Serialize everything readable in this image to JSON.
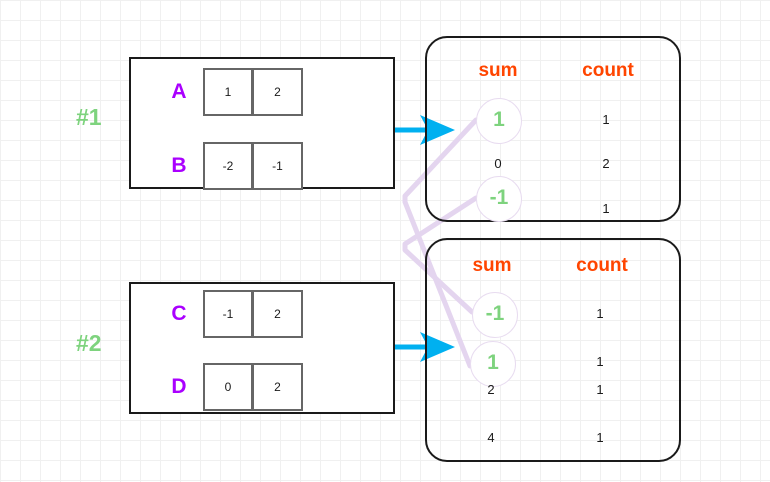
{
  "diagram": {
    "title": "shuffle-aggregation-diagram",
    "colors": {
      "group_label": "#7ed37e",
      "key_label": "#aa00ff",
      "header": "#ff4500",
      "circle_value": "#7ed37e",
      "circle_stroke": "#e8dcf0",
      "arrow": "#00b0f0",
      "link": "#e4d5ef",
      "box_border": "#1a1a1a",
      "cell_border": "#666666",
      "grid_minor": "#f0f0f0",
      "grid_major": "#e6e6e6"
    }
  },
  "partitions": [
    {
      "label": "#1",
      "rows": [
        {
          "key": "A",
          "cells": [
            "1",
            "2"
          ]
        },
        {
          "key": "B",
          "cells": [
            "-2",
            "-1"
          ]
        }
      ]
    },
    {
      "label": "#2",
      "rows": [
        {
          "key": "C",
          "cells": [
            "-1",
            "2"
          ]
        },
        {
          "key": "D",
          "cells": [
            "0",
            "2"
          ]
        }
      ]
    }
  ],
  "aggregates": [
    {
      "headers": {
        "sum": "sum",
        "count": "count"
      },
      "rows": [
        {
          "sum": "1",
          "count": "1",
          "circled": true
        },
        {
          "sum": "0",
          "count": "2",
          "circled": false
        },
        {
          "sum": "-1",
          "count": "1",
          "circled": true
        }
      ]
    },
    {
      "headers": {
        "sum": "sum",
        "count": "count"
      },
      "rows": [
        {
          "sum": "-1",
          "count": "1",
          "circled": true
        },
        {
          "sum": "1",
          "count": "1",
          "circled": true
        },
        {
          "sum": "2",
          "count": "1",
          "circled": false
        },
        {
          "sum": "4",
          "count": "1",
          "circled": false
        }
      ]
    }
  ],
  "arrows": [
    {
      "name": "arrow-partition-1-to-aggregate-1"
    },
    {
      "name": "arrow-partition-2-to-aggregate-2"
    }
  ],
  "links": [
    {
      "from": "agg1-sum-1",
      "to": "agg2-sum-1"
    },
    {
      "from": "agg1-sum-m1",
      "to": "agg2-sum-m1"
    }
  ]
}
